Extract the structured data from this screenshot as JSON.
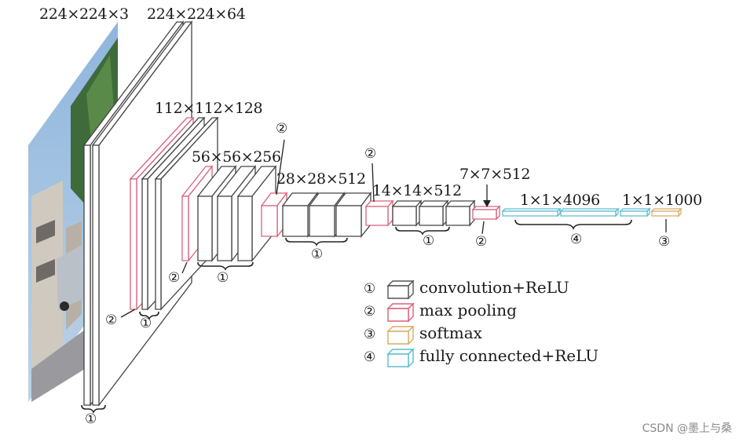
{
  "dims": {
    "input": "224×224×3",
    "conv1": "224×224×64",
    "conv2": "112×112×128",
    "conv3": "56×56×256",
    "conv4": "28×28×512",
    "conv5": "14×14×512",
    "pool5": "7×7×512",
    "fc": "1×1×4096",
    "out": "1×1×1000"
  },
  "marks": {
    "conv": "①",
    "pool": "②",
    "softmax": "③",
    "fc": "④"
  },
  "legend": [
    {
      "num": "①",
      "text": "convolution+ReLU",
      "color": "#555555",
      "icon": "white-cube-icon"
    },
    {
      "num": "②",
      "text": "max pooling",
      "color": "#d9607a",
      "icon": "red-cube-icon"
    },
    {
      "num": "③",
      "text": "softmax",
      "color": "#d8ac64",
      "icon": "orange-cube-icon"
    },
    {
      "num": "④",
      "text": "fully connected+ReLU",
      "color": "#5cbcd0",
      "icon": "cyan-cube-icon"
    }
  ],
  "watermark": "CSDN @墨上与桑"
}
